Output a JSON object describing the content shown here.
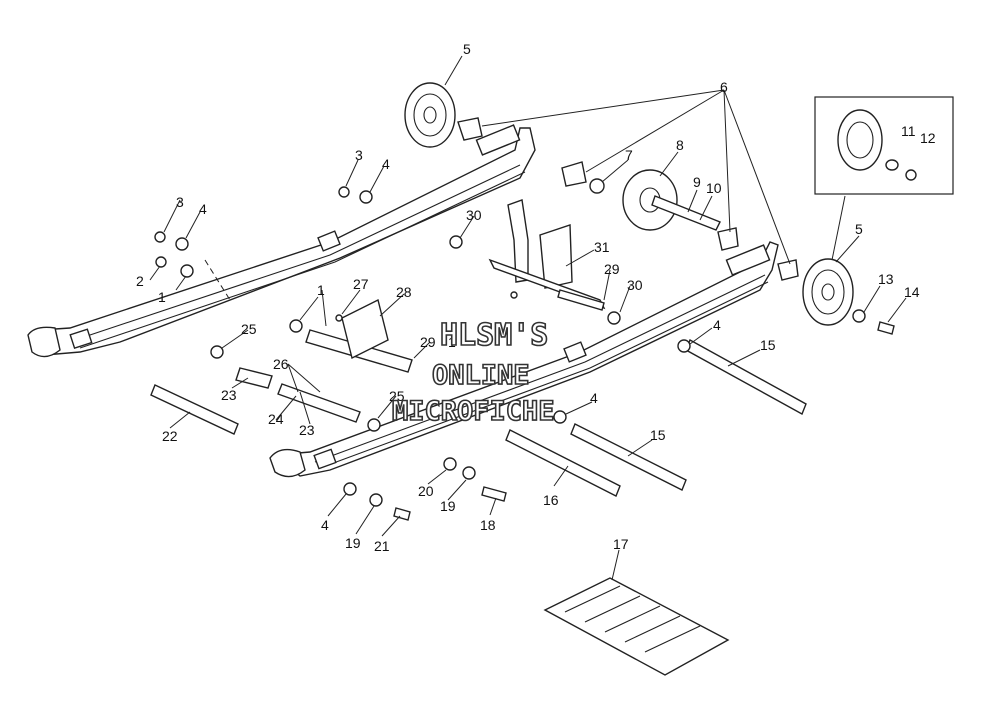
{
  "diagram": {
    "watermark": {
      "line1": "HLSM'S",
      "line2": "ONLINE",
      "line3": "MICROFICHE"
    },
    "callouts": {
      "c1a": "1",
      "c1b": "1",
      "c1c": "1",
      "c2": "2",
      "c3a": "3",
      "c3b": "3",
      "c4a": "4",
      "c4b": "4",
      "c4c": "4",
      "c4d": "4",
      "c4e": "4",
      "c5a": "5",
      "c5b": "5",
      "c6": "6",
      "c7": "7",
      "c8": "8",
      "c9": "9",
      "c10": "10",
      "c11": "11",
      "c12": "12",
      "c13": "13",
      "c14": "14",
      "c15a": "15",
      "c15b": "15",
      "c16": "16",
      "c17": "17",
      "c18": "18",
      "c19a": "19",
      "c19b": "19",
      "c20": "20",
      "c21": "21",
      "c22": "22",
      "c23a": "23",
      "c23b": "23",
      "c24": "24",
      "c25a": "25",
      "c25b": "25",
      "c26": "26",
      "c27": "27",
      "c28": "28",
      "c29a": "29",
      "c29b": "29",
      "c30a": "30",
      "c30b": "30",
      "c31": "31"
    }
  }
}
